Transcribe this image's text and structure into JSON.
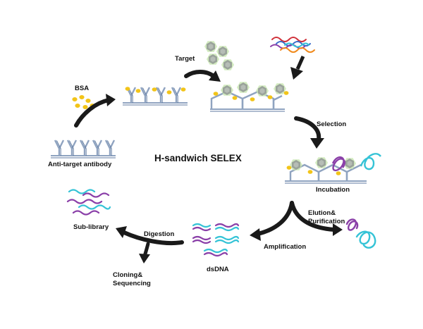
{
  "title": "H-sandwich SELEX",
  "labels": {
    "bsa": "BSA",
    "target": "Target",
    "anti_target_antibody": "Anti-target antibody",
    "selection": "Selection",
    "incubation": "Incubation",
    "elution_purification": "Elution&\nPurification",
    "amplification": "Amplification",
    "dsdna": "dsDNA",
    "digestion": "Digestion",
    "sub_library": "Sub-library",
    "cloning_sequencing": "Cloning&\nSequencing"
  },
  "colors": {
    "arrow": "#1a1a1a",
    "antibody": "#8fa3c0",
    "antibody_dark": "#5f7aa0",
    "bsa": "#f2c418",
    "target_protein": "#9aa39a",
    "target_glow": "#c8e6b0",
    "dna_cyan": "#35c3d6",
    "dna_purple": "#8a3fa8",
    "dna_red": "#d0313a",
    "dna_orange": "#f08a1c",
    "dna_blue": "#3a6cc8"
  }
}
